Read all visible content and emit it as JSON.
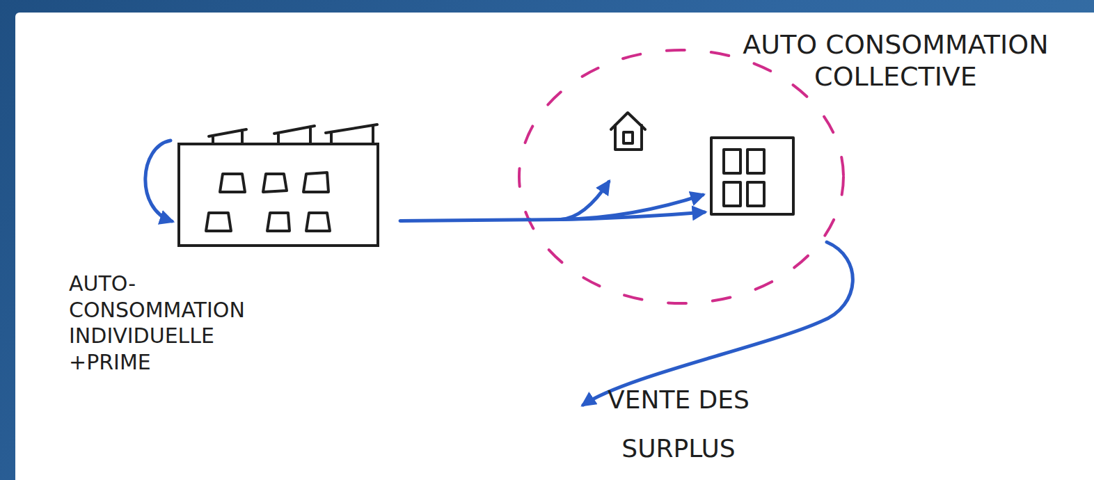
{
  "diagram": {
    "nodes": [
      {
        "text": [
          "AUTO- CONSOMMATION INDIVIDUELLE +PRIME"
        ]
      },
      {
        "text": [
          "AUTO CONSOMMATION COLLECTIVE"
        ]
      }
    ],
    "edges": [
      {
        "from": 0,
        "to": 0,
        "arrow": "to"
      },
      {
        "from": 0,
        "to": 1,
        "arrow": "to"
      }
    ],
    "labels": [
      "VENTE DES SURPLUS"
    ]
  }
}
